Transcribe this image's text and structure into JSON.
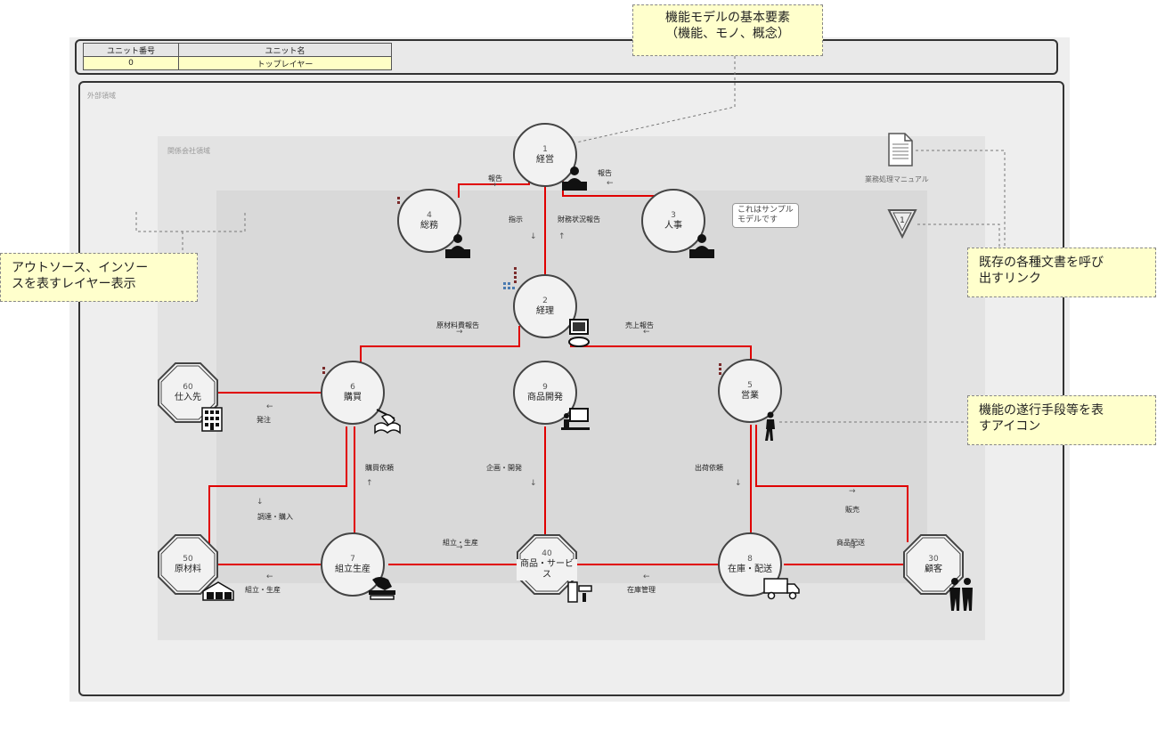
{
  "unit_table": {
    "header_number": "ユニット番号",
    "header_name": "ユニット名",
    "value_number": "0",
    "value_name": "トップレイヤー"
  },
  "layers": {
    "outer": "外部領域",
    "related": "関係会社領域"
  },
  "nodes": {
    "n1": {
      "num": "1",
      "name": "経営"
    },
    "n2": {
      "num": "2",
      "name": "経理"
    },
    "n3": {
      "num": "3",
      "name": "人事"
    },
    "n4": {
      "num": "4",
      "name": "総務"
    },
    "n5": {
      "num": "5",
      "name": "営業"
    },
    "n6": {
      "num": "6",
      "name": "購買"
    },
    "n7": {
      "num": "7",
      "name": "組立生産"
    },
    "n8": {
      "num": "8",
      "name": "在庫・配送"
    },
    "n9": {
      "num": "9",
      "name": "商品開発"
    },
    "n30": {
      "num": "30",
      "name": "顧客"
    },
    "n40": {
      "num": "40",
      "name": "商品・サービス"
    },
    "n50": {
      "num": "50",
      "name": "原材料"
    },
    "n60": {
      "num": "60",
      "name": "仕入先"
    }
  },
  "flows": {
    "f1": "報告",
    "f2": "報告",
    "f3": "指示",
    "f4": "財務状況報告",
    "f5": "原材料費報告",
    "f6": "売上報告",
    "f7": "発注",
    "f8": "購買依頼",
    "f9": "企画・開発",
    "f10": "出荷依頼",
    "f11": "販売",
    "f12": "調達・購入",
    "f13": "組立・生産",
    "f14": "商品配送",
    "f15": "組立・生産",
    "f16": "在庫管理"
  },
  "arrows": {
    "a1": "→",
    "a2": "←",
    "a3": "↓",
    "a4": "↑",
    "a5": "→",
    "a6": "←",
    "a7": "←",
    "a8": "↑",
    "a9": "↓",
    "a10": "↓",
    "a11": "→",
    "a12": "↓",
    "a13": "→",
    "a14": "→",
    "a15": "←",
    "a16": "←"
  },
  "sample_bubble": {
    "line1": "これはサンプル",
    "line2": "モデルです"
  },
  "manual_label": "業務処理マニュアル",
  "link_marker": "1",
  "callouts": {
    "basic": {
      "line1": "機能モデルの基本要素",
      "line2": "（機能、モノ、概念）"
    },
    "layer": {
      "line1": "アウトソース、インソー",
      "line2": "スを表すレイヤー表示"
    },
    "link": {
      "line1": "既存の各種文書を呼び",
      "line2": "出すリンク"
    },
    "icon": {
      "line1": "機能の遂行手段等を表",
      "line2": "すアイコン"
    }
  },
  "colors": {
    "link": "#e00000",
    "callout_bg": "#ffffcc",
    "table_value_bg": "#ffffc6"
  },
  "icons": [
    "person-at-desk-icon",
    "computer-icon",
    "writing-hand-icon",
    "presenter-icon",
    "walking-person-icon",
    "drill-machine-icon",
    "truck-icon",
    "business-people-icon",
    "factory-building-icon",
    "warehouse-icon",
    "production-machine-icon",
    "document-icon"
  ]
}
